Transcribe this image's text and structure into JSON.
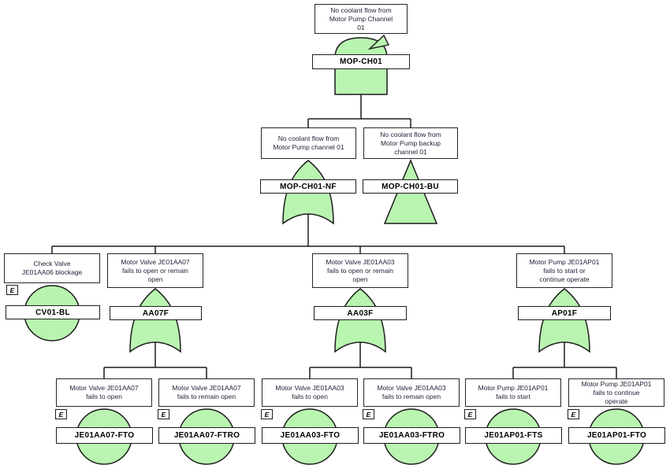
{
  "colors": {
    "gate-fill": "#b9f4b0",
    "line": "#1c1c1c"
  },
  "badge_e": "E",
  "nodes": {
    "top": {
      "desc": "No coolant flow from\nMotor Pump Channel\n01",
      "label": "MOP-CH01",
      "type": "and-gate"
    },
    "nf": {
      "desc": "No coolant flow from\nMotor Pump channel 01",
      "label": "MOP-CH01-NF",
      "type": "or-gate"
    },
    "bu": {
      "desc": "No coolant flow from\nMotor Pump backup\nchannel 01",
      "label": "MOP-CH01-BU",
      "type": "transfer-gate"
    },
    "cv": {
      "desc": "Check Valve\nJE01AA06 blockage",
      "label": "CV01-BL",
      "type": "basic-event"
    },
    "aa07f": {
      "desc": "Motor Valve JE01AA07\nfails to open or remain\nopen",
      "label": "AA07F",
      "type": "or-gate"
    },
    "aa03f": {
      "desc": "Motor Valve JE01AA03\nfails to open or remain\nopen",
      "label": "AA03F",
      "type": "or-gate"
    },
    "ap01f": {
      "desc": "Motor Pump JE01AP01\nfails to start or\ncontinue operate",
      "label": "AP01F",
      "type": "or-gate"
    },
    "aa07fto": {
      "desc": "Motor Valve JE01AA07\nfails to open",
      "label": "JE01AA07-FTO",
      "type": "basic-event"
    },
    "aa07ftro": {
      "desc": "Motor Valve JE01AA07\nfails to remain open",
      "label": "JE01AA07-FTRO",
      "type": "basic-event"
    },
    "aa03fto": {
      "desc": "Motor Valve JE01AA03\nfails to open",
      "label": "JE01AA03-FTO",
      "type": "basic-event"
    },
    "aa03ftro": {
      "desc": "Motor Valve JE01AA03\nfails to remain open",
      "label": "JE01AA03-FTRO",
      "type": "basic-event"
    },
    "ap01fts": {
      "desc": "Motor Pump JE01AP01\nfails to start",
      "label": "JE01AP01-FTS",
      "type": "basic-event"
    },
    "ap01fto": {
      "desc": "Motor Pump JE01AP01\nfails to continue\noperate",
      "label": "JE01AP01-FTO",
      "type": "basic-event"
    }
  }
}
